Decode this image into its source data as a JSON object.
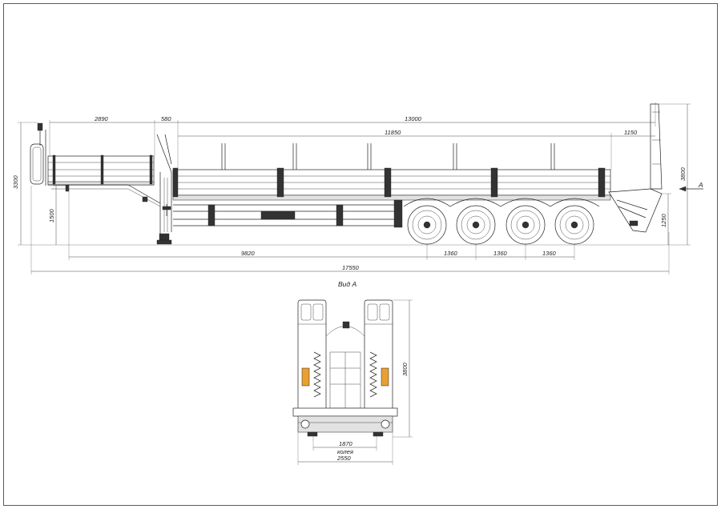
{
  "drawing": {
    "side_view": {
      "dimensions": {
        "gooseneck_length": "2890",
        "kingpin_offset": "580",
        "platform_length": "13000",
        "stake_span": "11850",
        "ramp_overhang": "1150",
        "overall_height": "3300",
        "kingpin_height": "1500",
        "ramp_height": "3800",
        "ramp_foot_height": "1250",
        "kingpin_to_axle": "9820",
        "axle_spacing_1": "1360",
        "axle_spacing_2": "1360",
        "axle_spacing_3": "1360",
        "overall_length": "17550"
      },
      "view_arrow_label": "A"
    },
    "rear_view": {
      "title": "Вид А",
      "dimensions": {
        "height": "3800",
        "track": "1870",
        "track_label": "колея",
        "width": "2550"
      }
    }
  }
}
